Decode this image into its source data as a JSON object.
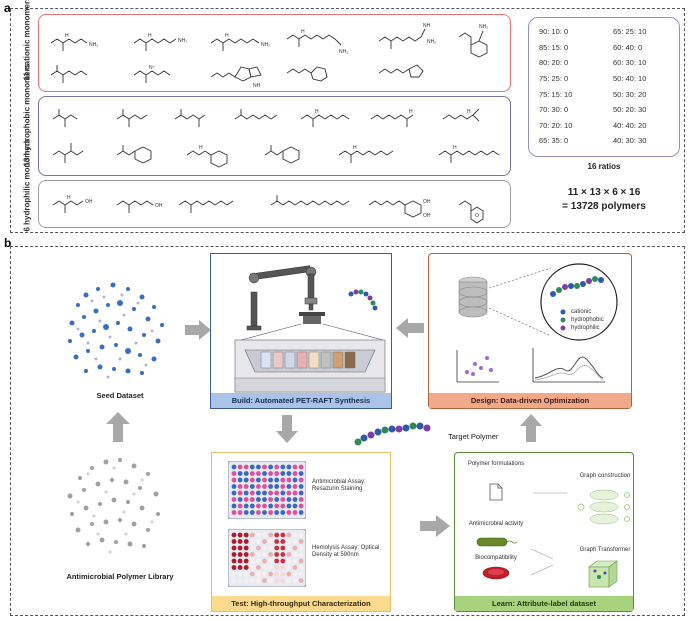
{
  "panel_a": {
    "label": "a",
    "groups": [
      {
        "label": "11 cationic monomers",
        "color": "#e57373"
      },
      {
        "label": "13 hydrophobic monomers",
        "color": "#7a6ea8"
      },
      {
        "label": "6 hydrophilic monomers",
        "color": "#9e9e9e"
      }
    ],
    "ratios_left": [
      "90:  10:  0",
      "85:  15:  0",
      "80:  20:  0",
      "75:  25:  0",
      "75:  15:  10",
      "70:  30:  0",
      "70:  20:  10",
      "65:  35:  0"
    ],
    "ratios_right": [
      "65:  25:  10",
      "60:  40:  0",
      "60:  30:  10",
      "50:  40:  10",
      "50:  30:  20",
      "50:  20:  30",
      "40:  40:  20",
      "40:  30:  30"
    ],
    "ratios_caption": "16 ratios",
    "formula_line1": "11 × 13 × 6 × 16",
    "formula_line2": "= 13728 polymers"
  },
  "panel_b": {
    "label": "b",
    "seed_label": "Seed Dataset",
    "library_label": "Antimicrobial Polymer Library",
    "build_label": "Build: Automated PET-RAFT Synthesis",
    "design_label": "Design: Data-driven Optimization",
    "test_label": "Test: High-throughput Characterization",
    "learn_label": "Learn: Attribute-label dataset",
    "target_polymer": "Target Polymer",
    "legend": {
      "cationic": "cationic",
      "hydrophobic": "hydrophobic",
      "hydrophilic": "hydrophilic"
    },
    "assay1": "Antimicrobial Assay: Resazurin Staining",
    "assay2": "Hemolysis Assay: Optical Density at 590nm",
    "learn_items": {
      "formulations": "Polymer formulations",
      "activity": "Antimicrobial activity",
      "biocompat": "Biocompatibility",
      "graph_construction": "Graph construction",
      "graph_transformer": "Graph Transformer"
    }
  },
  "colors": {
    "build_border": "#3b5a9a",
    "design_border": "#b5623a",
    "test_border": "#e6c067",
    "learn_border": "#5a8a3a",
    "cationic": "#2e5aa8",
    "hydrophobic": "#2e8b57",
    "hydrophilic": "#7b3fa0"
  }
}
